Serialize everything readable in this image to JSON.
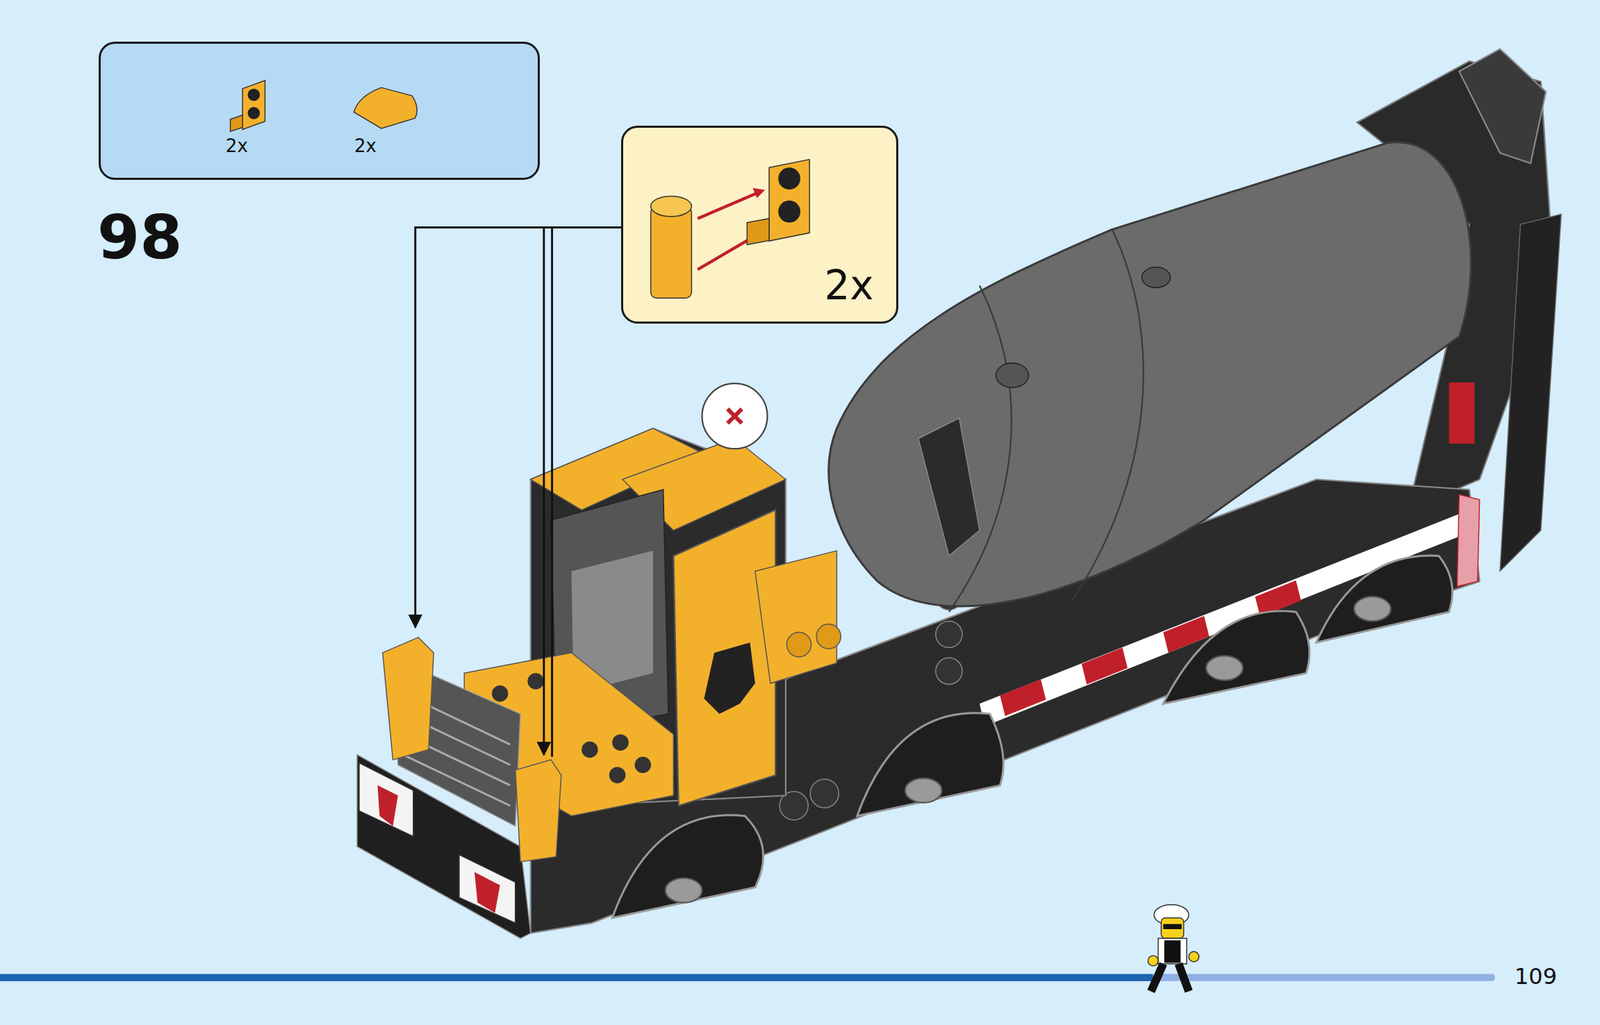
{
  "diagram": {
    "nodes": [
      {
        "text": [
          "2x",
          "2x"
        ]
      },
      {
        "text": [
          "2x"
        ]
      }
    ],
    "labels": [
      "98",
      "109"
    ]
  }
}
